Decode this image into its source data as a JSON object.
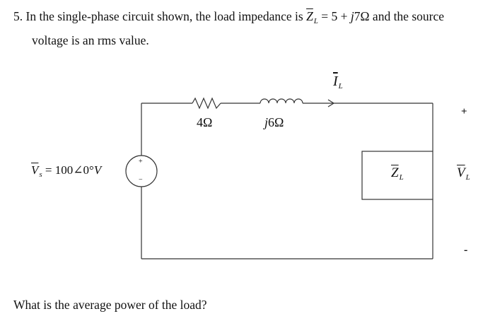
{
  "question": {
    "number": "5.",
    "line1_a": "In the single-phase circuit shown, the load impedance is ",
    "zl_symbol": "Z",
    "zl_sub": "L",
    "line1_b": " = 5 + ",
    "line1_j": "j",
    "line1_c": "7Ω and the source",
    "line2": "voltage is an rms value.",
    "ask": "What is the average power of the load?"
  },
  "circuit": {
    "resistor_label": "4Ω",
    "inductor_j": "j",
    "inductor_label": "6Ω",
    "current_symbol": "I",
    "current_sub": "L",
    "source_symbol": "V",
    "source_sub": "s",
    "source_value": " = 100∠0°",
    "source_unit": "V",
    "source_plus": "+",
    "source_minus": "−",
    "load_symbol": "Z",
    "load_sub": "L",
    "vl_symbol": "V",
    "vl_sub": "L",
    "vl_plus": "+",
    "vl_minus": "-"
  }
}
